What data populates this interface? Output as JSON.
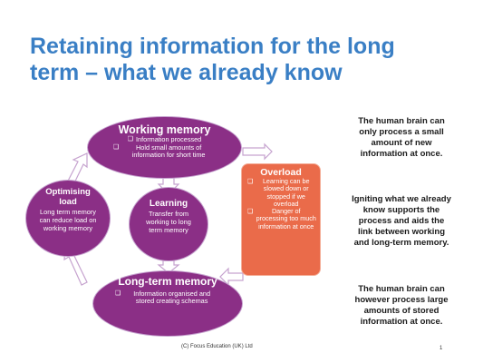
{
  "title": {
    "line1": "Retaining information for the long",
    "line2": "term – what we already know"
  },
  "working_memory": {
    "heading": "Working memory",
    "bullets": [
      "Information processed",
      "Hold small amounts of information for short time"
    ]
  },
  "optimising_load": {
    "heading": "Optimising load",
    "text": "Long term memory can reduce load on working memory"
  },
  "learning": {
    "heading": "Learning",
    "text": "Transfer from working to long term memory"
  },
  "long_term_memory": {
    "heading": "Long-term memory",
    "bullets": [
      "Information organised and stored creating schemas"
    ]
  },
  "overload": {
    "heading": "Overload",
    "bullets": [
      "Learning can be slowed down or stopped if we overload",
      "Danger of processing too much information at once"
    ]
  },
  "notes": [
    "The human brain can only process a small amount of new information at once.",
    "Igniting what we already know supports the process and aids the link between working and long-term memory.",
    "The human brain can however process large amounts of stored information at once."
  ],
  "footer": "(C) Focus Education (UK) Ltd",
  "page_number": "1",
  "colors": {
    "title": "#3a7fc5",
    "ellipse_fill": "#8b2f86",
    "ellipse_border": "#c6a3cf",
    "overload_fill": "#ea6b4a",
    "arrow_fill": "#ffffff"
  },
  "icons": {
    "bullet": "checkbox-bullet-icon",
    "connector": "arrow-icon"
  }
}
